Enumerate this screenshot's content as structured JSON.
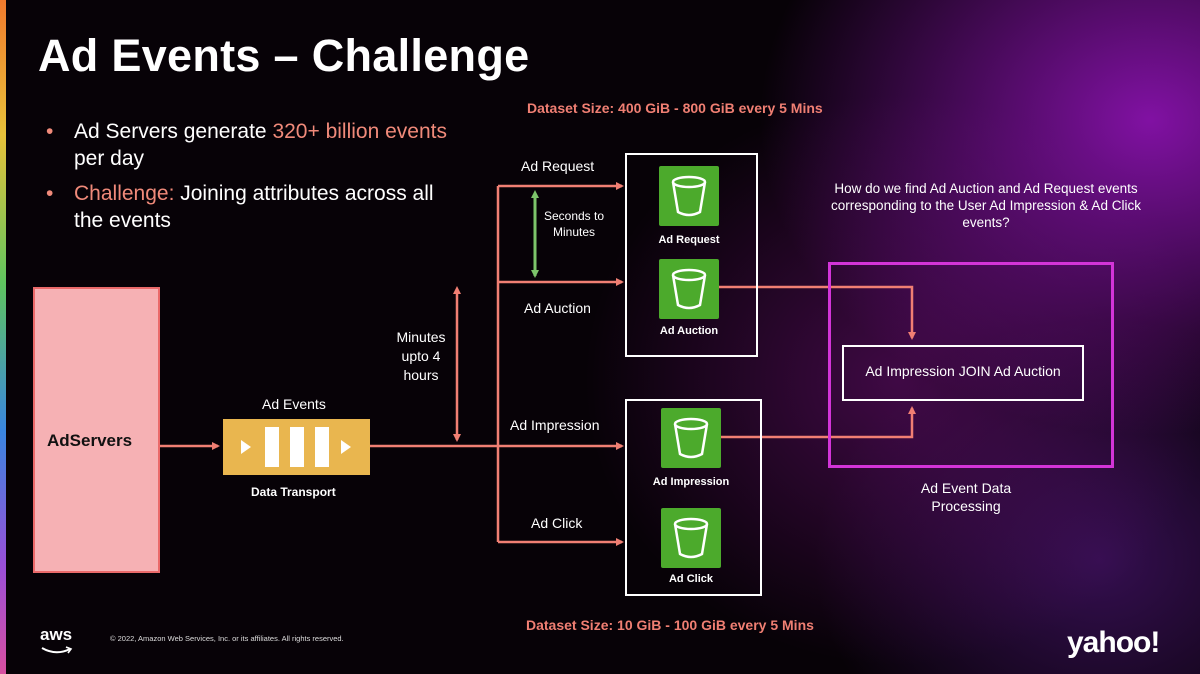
{
  "title": "Ad Events – Challenge",
  "bullets": [
    {
      "pre": "Ad Servers generate ",
      "hl": "320+ billion events",
      "post": " per day"
    },
    {
      "pre": "",
      "hl": "Challenge:",
      "post": " Joining attributes across all the events"
    }
  ],
  "dataset_top": "Dataset Size: 400 GiB - 800 GiB every 5 Mins",
  "dataset_bottom": "Dataset Size: 10 GiB - 100 GiB every 5 Mins",
  "adservers": "AdServers",
  "transport": {
    "top_label": "Ad Events",
    "bottom_label": "Data Transport"
  },
  "latency_long": "Minutes upto 4 hours",
  "latency_short": "Seconds to Minutes",
  "streams": {
    "ad_request": "Ad Request",
    "ad_auction": "Ad Auction",
    "ad_impression": "Ad Impression",
    "ad_click": "Ad Click"
  },
  "buckets": {
    "ad_request": "Ad Request",
    "ad_auction": "Ad Auction",
    "ad_impression": "Ad Impression",
    "ad_click": "Ad Click"
  },
  "question": "How do we find Ad Auction and Ad Request events corresponding to the User Ad Impression & Ad Click events?",
  "join_label": "Ad Impression JOIN Ad Auction",
  "processing_label": "Ad Event Data Processing",
  "footer": {
    "aws_logo": "aws",
    "copyright": "© 2022, Amazon Web Services, Inc. or its affiliates. All rights reserved.",
    "yahoo_logo": "yahoo!"
  },
  "colors": {
    "accent": "#f07f73",
    "adservers_fill": "#f6b1b4",
    "bucket_green": "#4caa2c",
    "queue_gold": "#e9b64f",
    "processing_border": "#d334d8",
    "short_latency_arrow": "#7cc46a"
  },
  "icons": {
    "bucket": "s3-bucket-icon",
    "queue": "message-queue-icon"
  }
}
